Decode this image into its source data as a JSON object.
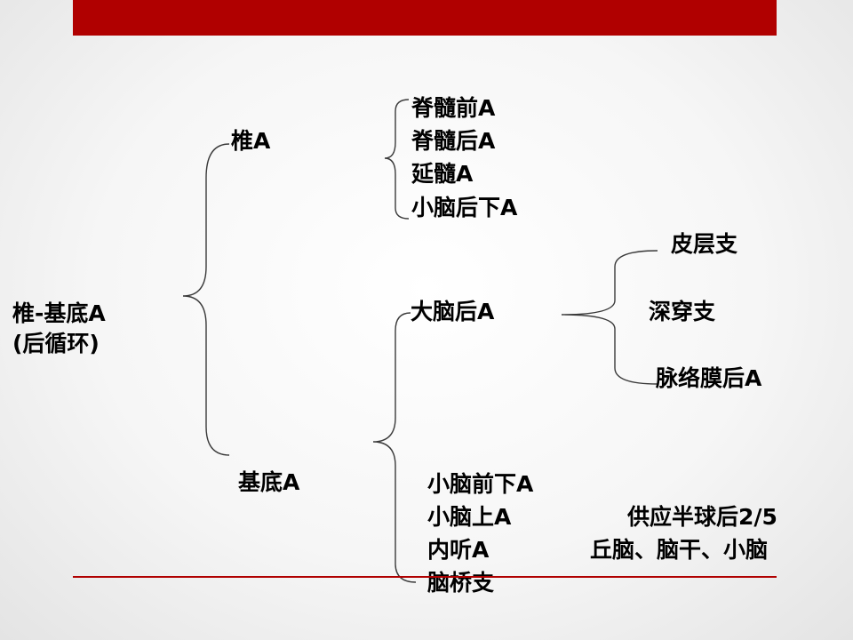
{
  "root": {
    "line1": "椎-基底A",
    "line2": "(后循环)"
  },
  "vertebral": {
    "label": "椎A",
    "branches": [
      "脊髓前A",
      "脊髓后A",
      "延髓A",
      "小脑后下A"
    ]
  },
  "basilar": {
    "label": "基底A",
    "pca": {
      "label": "大脑后A",
      "branches": [
        "皮层支",
        "深穿支",
        "脉络膜后A"
      ]
    },
    "branches": [
      "小脑前下A",
      "小脑上A",
      "内听A",
      "脑桥支"
    ]
  },
  "notes": {
    "line1": "供应半球后2/5",
    "line2": "丘脑、脑干、小脑"
  },
  "colors": {
    "accent": "#b00000",
    "text": "#000000",
    "bracket": "#3a3a3a"
  }
}
